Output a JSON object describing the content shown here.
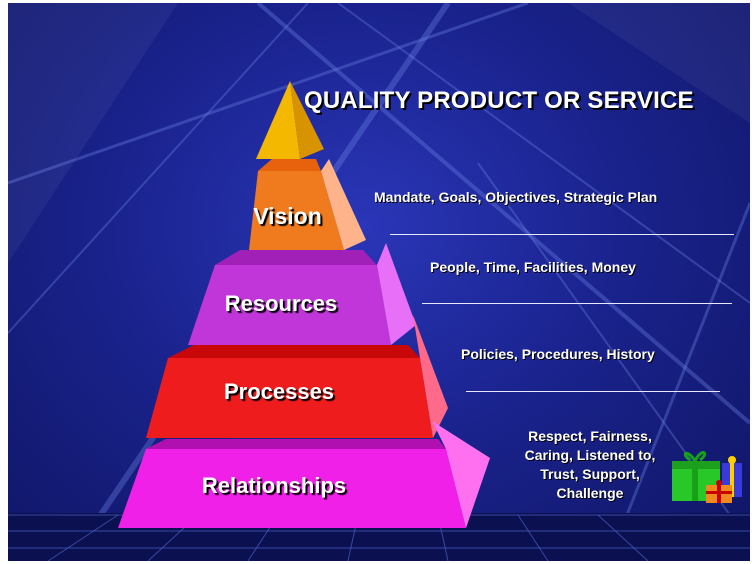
{
  "slide": {
    "title": "QUALITY PRODUCT OR SERVICE",
    "layers": [
      {
        "label": "Vision",
        "description": "Mandate, Goals, Objectives, Strategic Plan",
        "color": "#f07a1e"
      },
      {
        "label": "Resources",
        "description": "People, Time, Facilities, Money",
        "color": "#c036d8"
      },
      {
        "label": "Processes",
        "description": "Policies, Procedures, History",
        "color": "#ee1c1c"
      },
      {
        "label": "Relationships",
        "description_lines": [
          "Respect, Fairness,",
          "Caring, Listened to,",
          "Trust, Support,",
          "Challenge"
        ],
        "color": "#f020e8"
      }
    ],
    "apex_color": "#f5b800",
    "gift_icon": "gift-boxes-icon"
  }
}
